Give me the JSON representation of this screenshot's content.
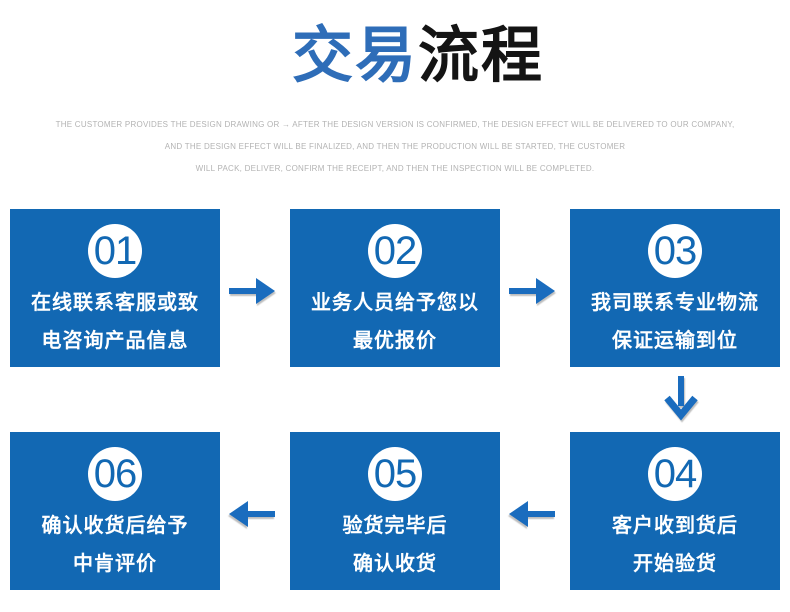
{
  "title": {
    "blue_part": "交易",
    "black_part": "流程"
  },
  "subtitle": {
    "lines": [
      "THE CUSTOMER PROVIDES THE DESIGN DRAWING OR → AFTER THE DESIGN VERSION IS CONFIRMED, THE DESIGN EFFECT WILL BE DELIVERED TO OUR COMPANY,",
      "AND THE DESIGN EFFECT WILL BE FINALIZED, AND THEN THE PRODUCTION WILL BE STARTED, THE CUSTOMER",
      "WILL PACK, DELIVER, CONFIRM THE RECEIPT, AND THEN THE INSPECTION WILL BE COMPLETED."
    ]
  },
  "steps": [
    {
      "number": "01",
      "lines": [
        "在线联系客服或致",
        "电咨询产品信息"
      ]
    },
    {
      "number": "02",
      "lines": [
        "业务人员给予您以",
        "最优报价"
      ]
    },
    {
      "number": "03",
      "lines": [
        "我司联系专业物流",
        "保证运输到位"
      ]
    },
    {
      "number": "04",
      "lines": [
        "客户收到货后",
        "开始验货"
      ]
    },
    {
      "number": "05",
      "lines": [
        "验货完毕后",
        "确认收货"
      ]
    },
    {
      "number": "06",
      "lines": [
        "确认收货后给予",
        "中肯评价"
      ]
    }
  ],
  "colors": {
    "box_blue": "#1268b3",
    "number_blue": "#1268b3",
    "arrow_blue": "#1a6cbe",
    "title_blue": "#2e6db8",
    "title_black": "#141414",
    "subtitle_gray": "#b3b3b3"
  }
}
